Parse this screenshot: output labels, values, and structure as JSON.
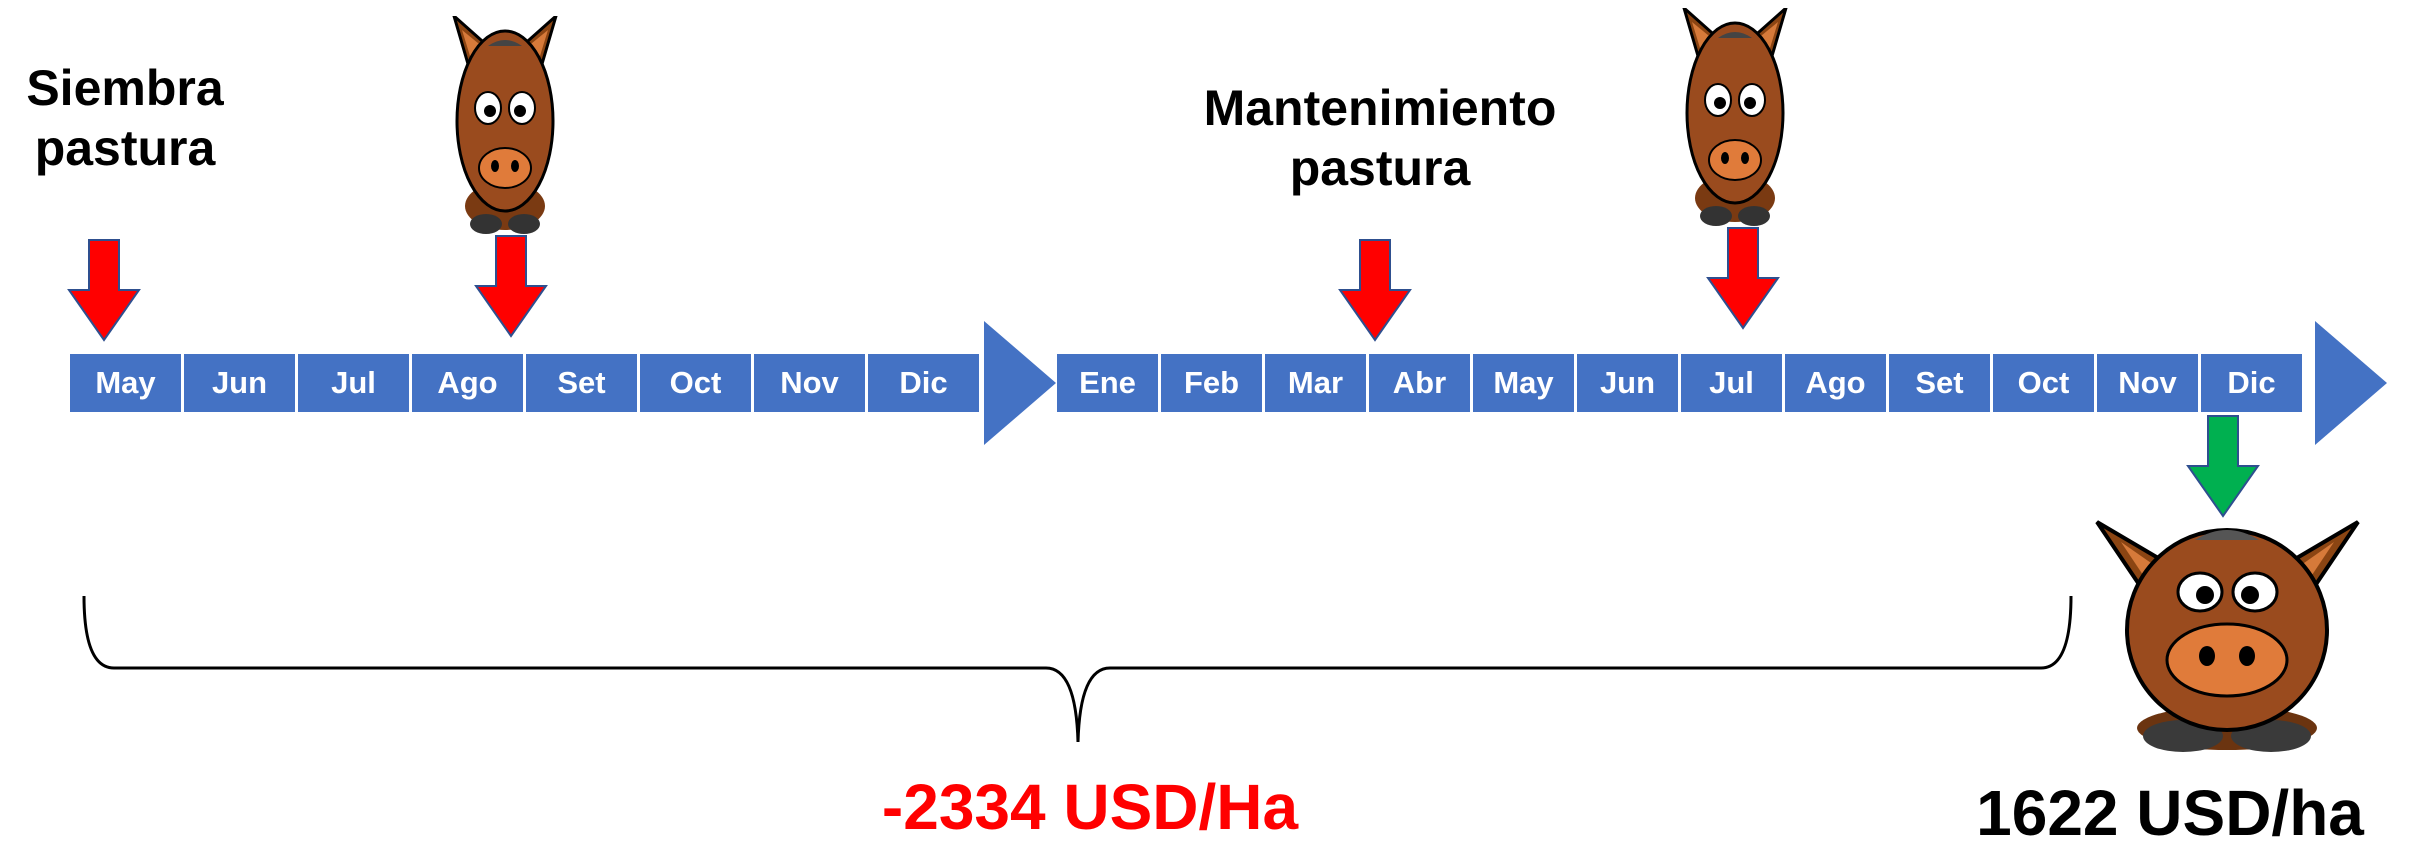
{
  "labels": {
    "sowing": [
      "Siembra",
      "pastura"
    ],
    "maintenance": [
      "Mantenimiento",
      "pastura"
    ]
  },
  "timeline_year1": [
    "May",
    "Jun",
    "Jul",
    "Ago",
    "Set",
    "Oct",
    "Nov",
    "Dic"
  ],
  "timeline_year2": [
    "Ene",
    "Feb",
    "Mar",
    "Abr",
    "May",
    "Jun",
    "Jul",
    "Ago",
    "Set",
    "Oct",
    "Nov",
    "Dic"
  ],
  "totals": {
    "cost": "-2334 USD/Ha",
    "income": "1622 USD/ha"
  },
  "colors": {
    "timeline": "#4472C4",
    "cost_arrow": "#FF0000",
    "income_arrow": "#00B050",
    "cost_text": "#FF0000",
    "income_text": "#000000"
  },
  "icons": [
    "donkey-icon",
    "down-arrow-icon",
    "curly-brace"
  ]
}
